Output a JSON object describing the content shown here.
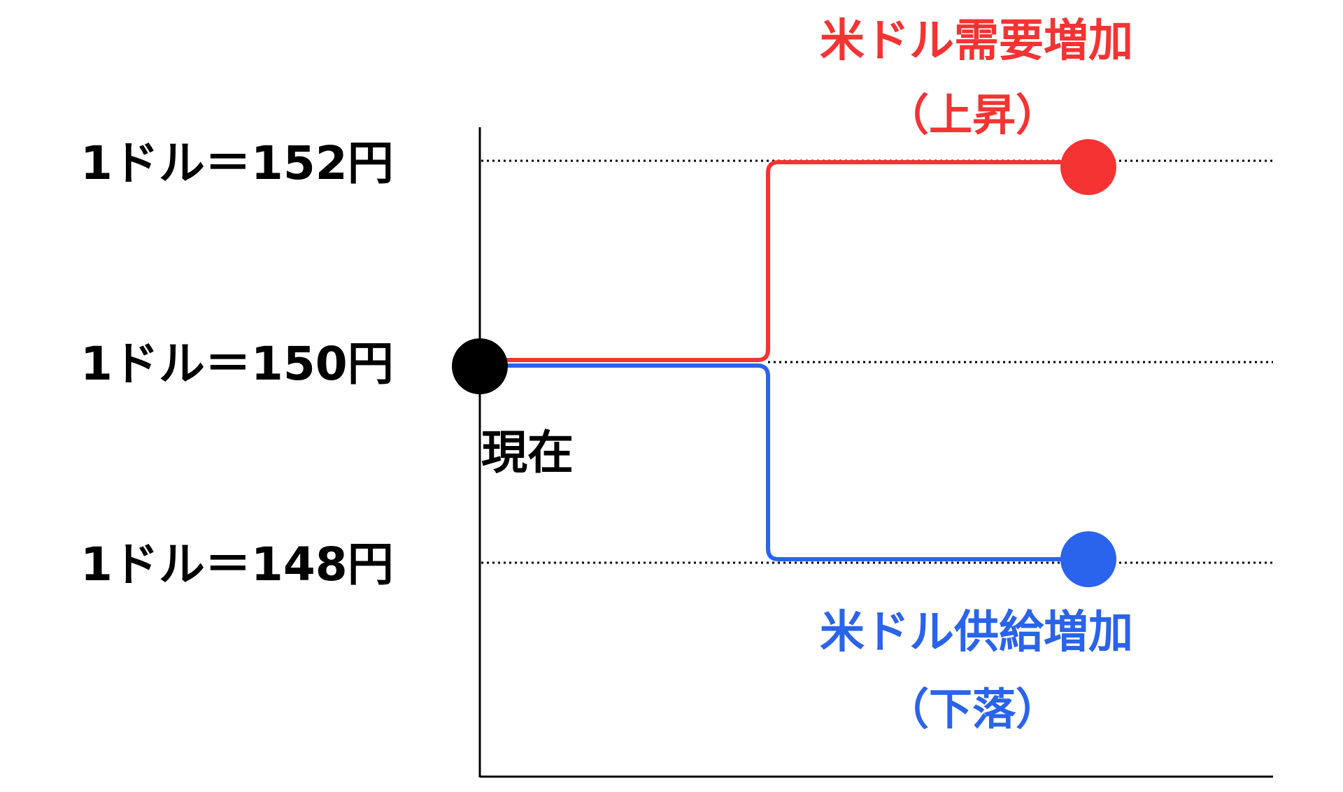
{
  "price_levels": [
    {
      "label": "1ドル＝152円",
      "value": 152
    },
    {
      "label": "1ドル＝150円",
      "value": 150
    },
    {
      "label": "1ドル＝148円",
      "value": 148
    }
  ],
  "current": {
    "label": "現在",
    "value": 150
  },
  "up_branch": {
    "line1": "米ドル需要増加",
    "line2": "（上昇）",
    "target_value": 152,
    "color": "#f53333"
  },
  "down_branch": {
    "line1": "米ドル供給増加",
    "line2": "（下落）",
    "target_value": 148,
    "color": "#2a63ec"
  },
  "colors": {
    "axis": "#000000",
    "text": "#000000",
    "grid": "#000000",
    "current_point": "#000000"
  }
}
